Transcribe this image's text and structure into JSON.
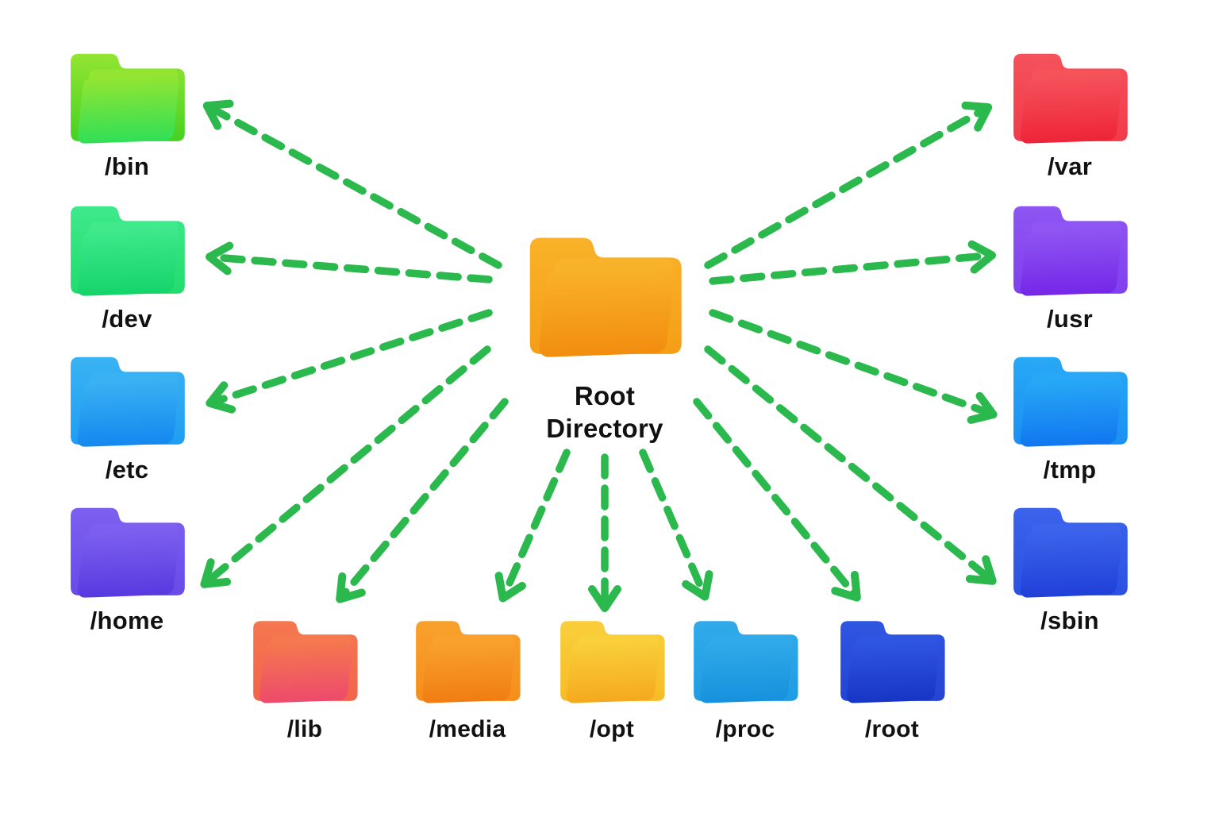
{
  "background": "#ffffff",
  "label_color": "#111111",
  "arrow_color": "#2bb84d",
  "root": {
    "label_line1": "Root",
    "label_line2": "Directory",
    "color_top": "#f9b229",
    "color_bottom": "#f28d0f",
    "color_back": "#f59e17"
  },
  "folders": [
    {
      "id": "bin",
      "label": "/bin",
      "group": "left",
      "color_top": "#93e532",
      "color_bottom": "#30df57",
      "color_back": "#46d122"
    },
    {
      "id": "dev",
      "label": "/dev",
      "group": "left",
      "color_top": "#3fe98c",
      "color_bottom": "#14d46a",
      "color_back": "#22dc6d"
    },
    {
      "id": "etc",
      "label": "/etc",
      "group": "left",
      "color_top": "#3ab2f3",
      "color_bottom": "#1488ef",
      "color_back": "#1f9ef2"
    },
    {
      "id": "home",
      "label": "/home",
      "group": "left",
      "color_top": "#7d60ef",
      "color_bottom": "#5839e0",
      "color_back": "#684be8"
    },
    {
      "id": "var",
      "label": "/var",
      "group": "right",
      "color_top": "#f5525b",
      "color_bottom": "#ee2438",
      "color_back": "#f13a4a"
    },
    {
      "id": "usr",
      "label": "/usr",
      "group": "right",
      "color_top": "#8f56f2",
      "color_bottom": "#7527e8",
      "color_back": "#8040ee"
    },
    {
      "id": "tmp",
      "label": "/tmp",
      "group": "right",
      "color_top": "#28a8f6",
      "color_bottom": "#1077f0",
      "color_back": "#1b90f3"
    },
    {
      "id": "sbin",
      "label": "/sbin",
      "group": "right",
      "color_top": "#3b63eb",
      "color_bottom": "#2040d8",
      "color_back": "#2c51e2"
    },
    {
      "id": "lib",
      "label": "/lib",
      "group": "bottom",
      "color_top": "#f5784e",
      "color_bottom": "#ed4a6c",
      "color_back": "#f2644b"
    },
    {
      "id": "media",
      "label": "/media",
      "group": "bottom",
      "color_top": "#f9a12c",
      "color_bottom": "#f07d13",
      "color_back": "#f68e1b"
    },
    {
      "id": "opt",
      "label": "/opt",
      "group": "bottom",
      "color_top": "#f9cf3b",
      "color_bottom": "#f5a91d",
      "color_back": "#f7bc27"
    },
    {
      "id": "proc",
      "label": "/proc",
      "group": "bottom",
      "color_top": "#30aae9",
      "color_bottom": "#1691dd",
      "color_back": "#209de3"
    },
    {
      "id": "root",
      "label": "/root",
      "group": "bottom",
      "color_top": "#2f56e1",
      "color_bottom": "#1835c6",
      "color_back": "#2444d4"
    }
  ]
}
